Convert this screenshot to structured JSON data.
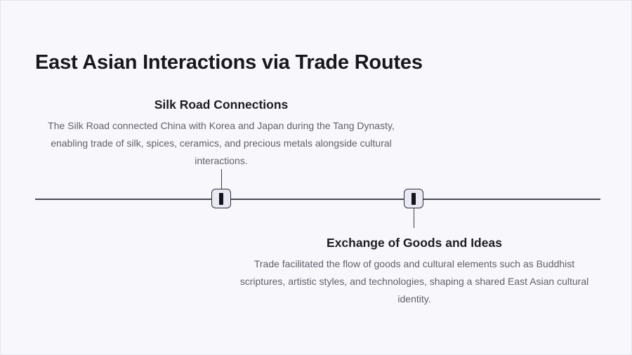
{
  "slide": {
    "title": "East Asian Interactions via Trade Routes"
  },
  "timeline": {
    "events": [
      {
        "title": "Silk Road Connections",
        "description": "The Silk Road connected China with Korea and Japan during the Tang Dynasty, enabling trade of silk, spices, ceramics, and precious metals alongside cultural interactions."
      },
      {
        "title": "Exchange of Goods and Ideas",
        "description": "Trade facilitated the flow of goods and cultural elements such as Buddhist scriptures, artistic styles, and technologies, shaping a shared East Asian cultural identity."
      }
    ]
  },
  "colors": {
    "background": "#f8f8fc",
    "line": "#4a4a55",
    "marker_fill": "#e9e9f3",
    "title_text": "#18181c",
    "body_text": "#5f5f6a"
  }
}
